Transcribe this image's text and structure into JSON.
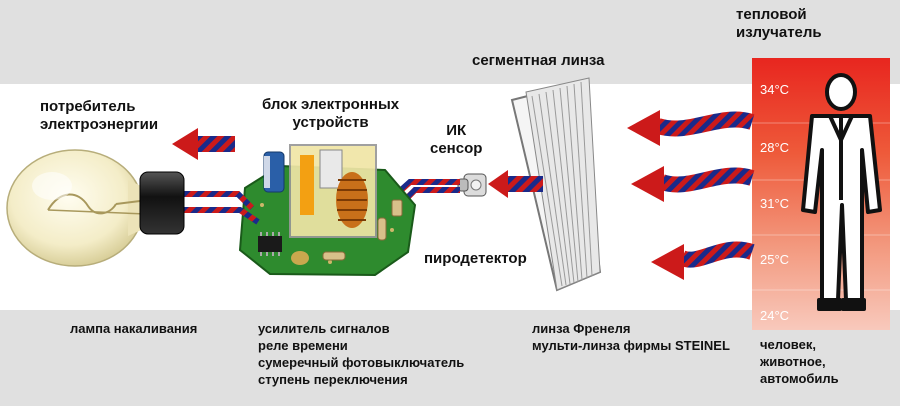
{
  "labels": {
    "heat_source": "тепловой\nизлучатель",
    "segment_lens": "сегментная линза",
    "consumer": "потребитель\nэлектроэнергии",
    "electronics": "блок электронных\nустройств",
    "ir_sensor": "ИК\nсенсор",
    "pyrodetector": "пиродетектор"
  },
  "bottom": {
    "lamp": "лампа накаливания",
    "electronics_list": "усилитель сигналов\nреле времени\nсумеречный фотовыключатель\nступень переключения",
    "lens": "линза Френеля\nмульти-линза фирмы STEINEL",
    "source": "человек,\nживотное,\nавтомобиль"
  },
  "temperatures": [
    "34°C",
    "28°C",
    "31°C",
    "25°C",
    "24°C"
  ],
  "colors": {
    "band": "#e0e0e0",
    "arrow_red": "#cc1a1a",
    "arrow_blue": "#1a2a8a",
    "board": "#2e8b2e"
  }
}
